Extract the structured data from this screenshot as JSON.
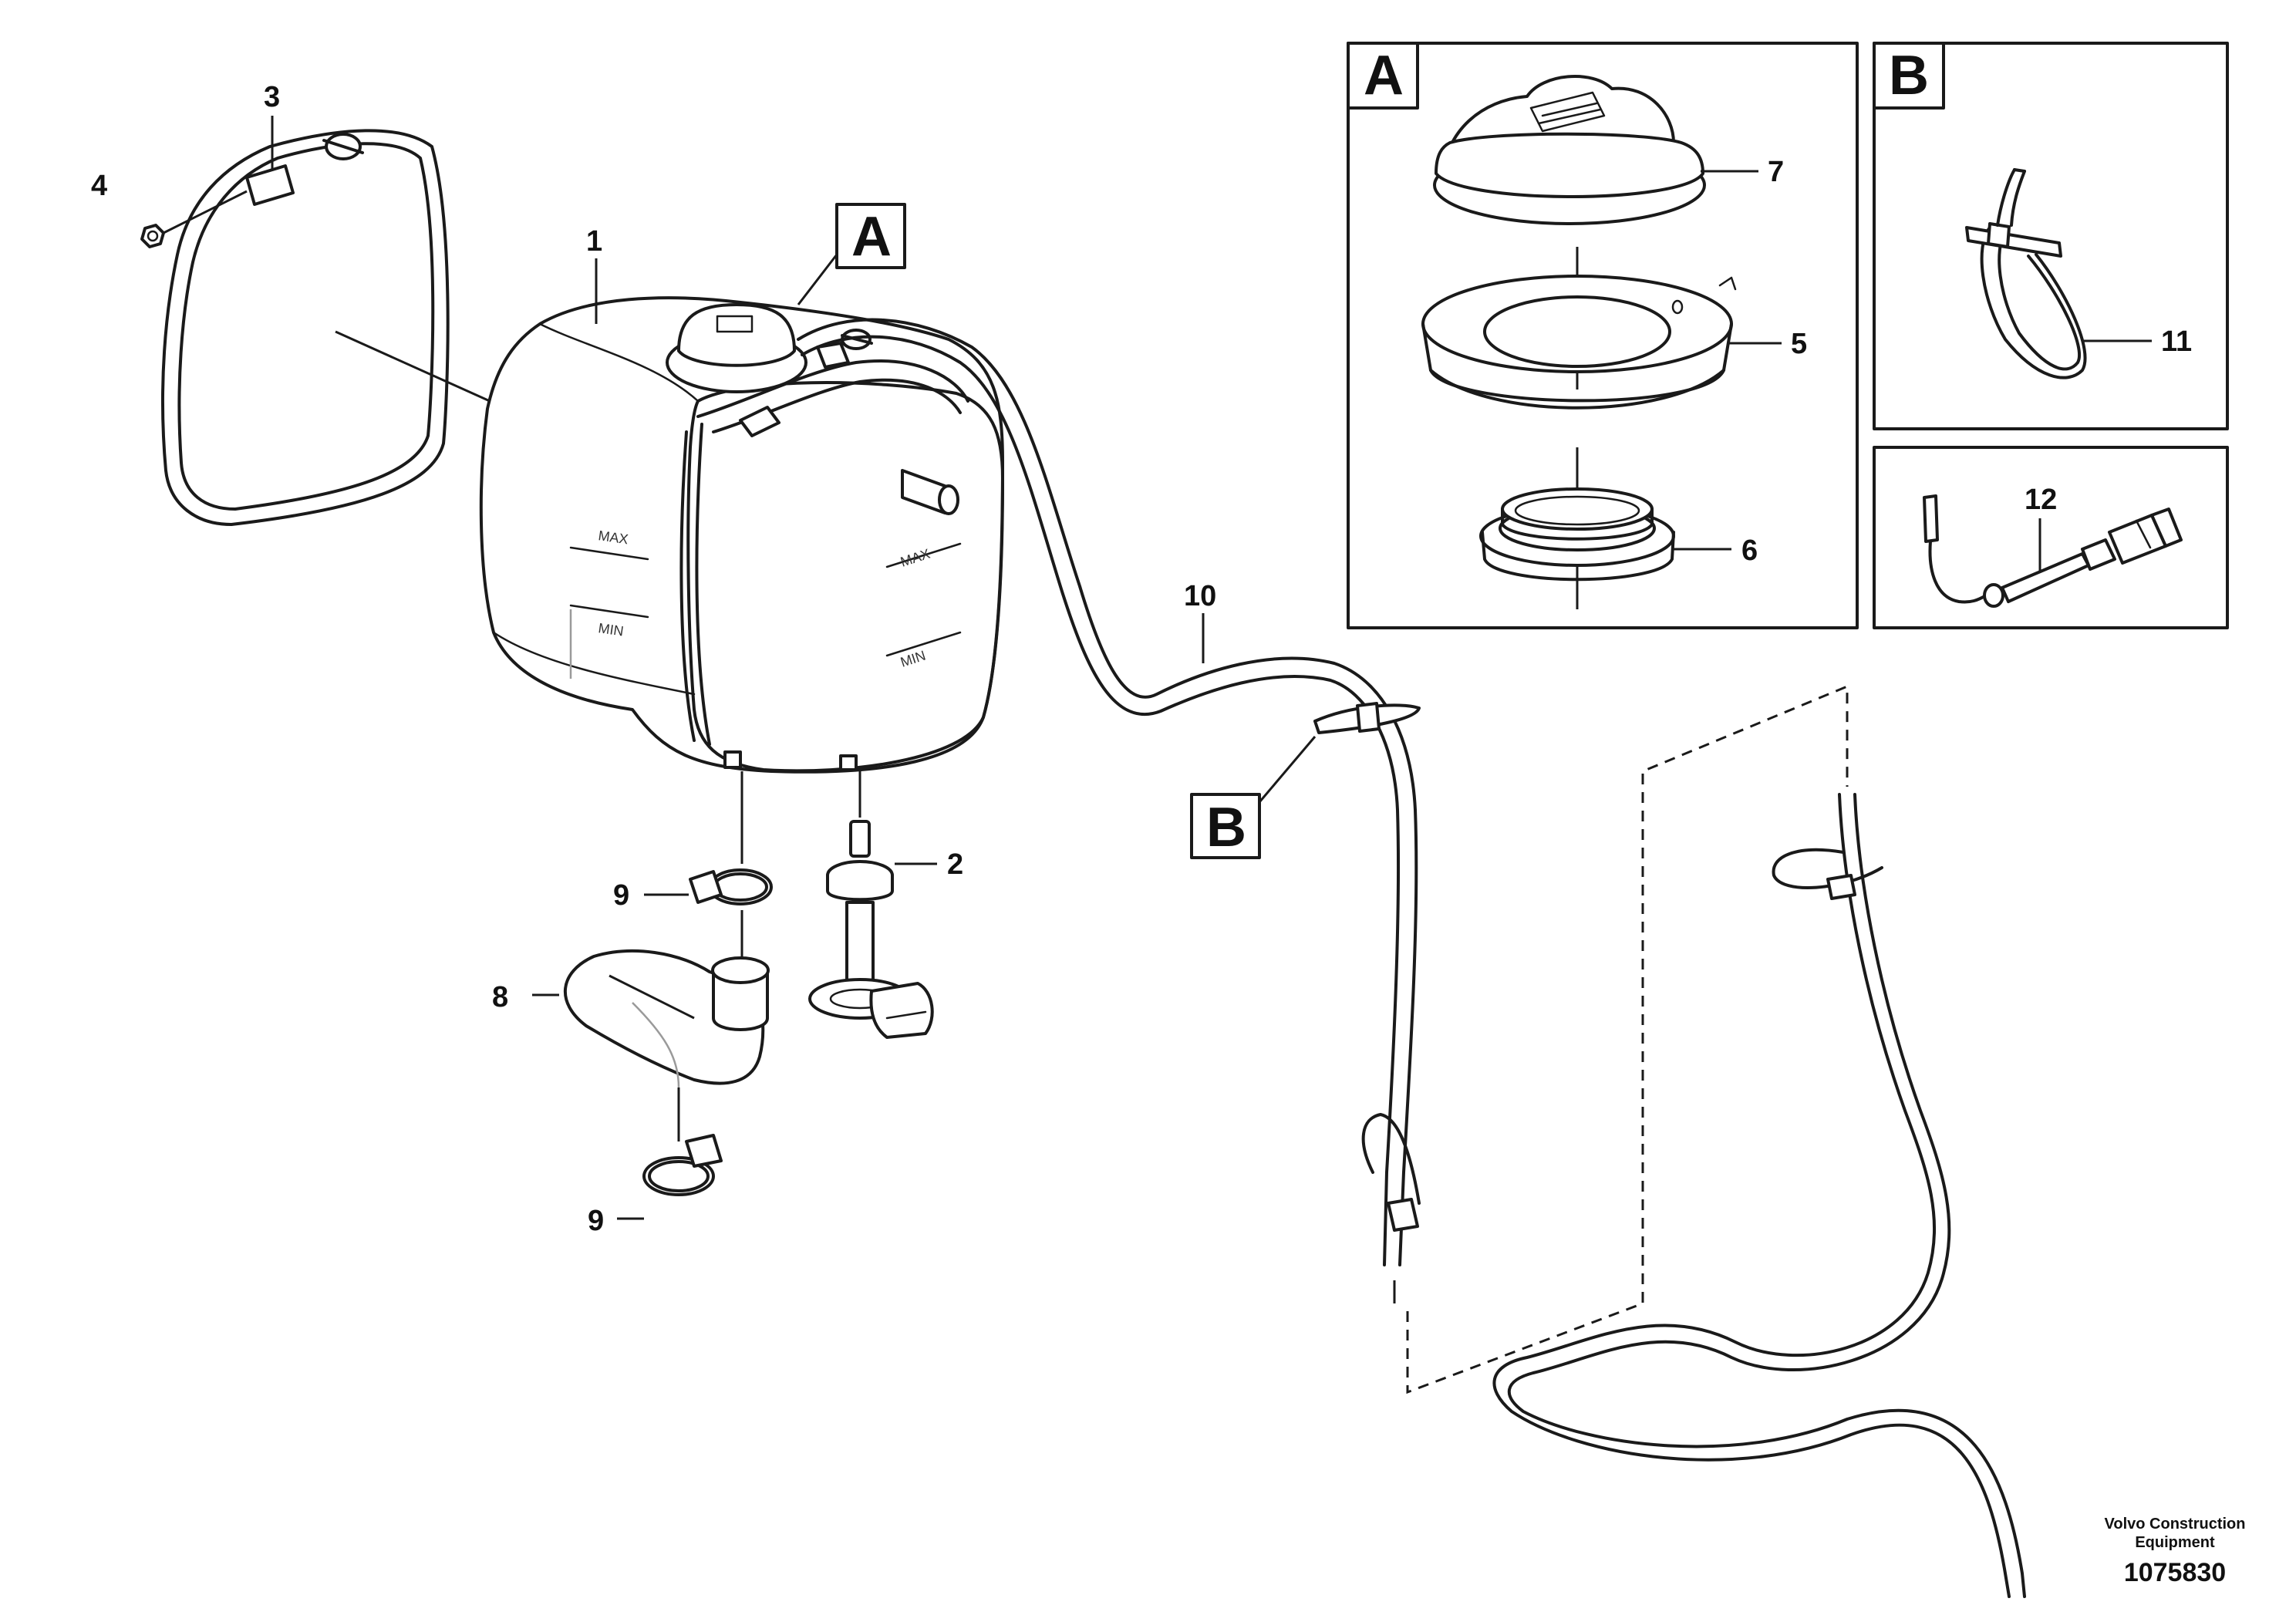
{
  "callouts": {
    "main_a": "A",
    "main_b": "B",
    "detail_a": "A",
    "detail_b": "B"
  },
  "parts": {
    "p1": "1",
    "p2": "2",
    "p3": "3",
    "p4": "4",
    "p5": "5",
    "p6": "6",
    "p7": "7",
    "p8": "8",
    "p9a": "9",
    "p9b": "9",
    "p10": "10",
    "p11": "11",
    "p12": "12"
  },
  "tank_marks": {
    "max_left": "MAX",
    "min_left": "MIN",
    "max_right": "MAX",
    "min_right": "MIN"
  },
  "footer": {
    "brand_line1": "Volvo Construction",
    "brand_line2": "Equipment",
    "drawing_number": "1075830"
  }
}
